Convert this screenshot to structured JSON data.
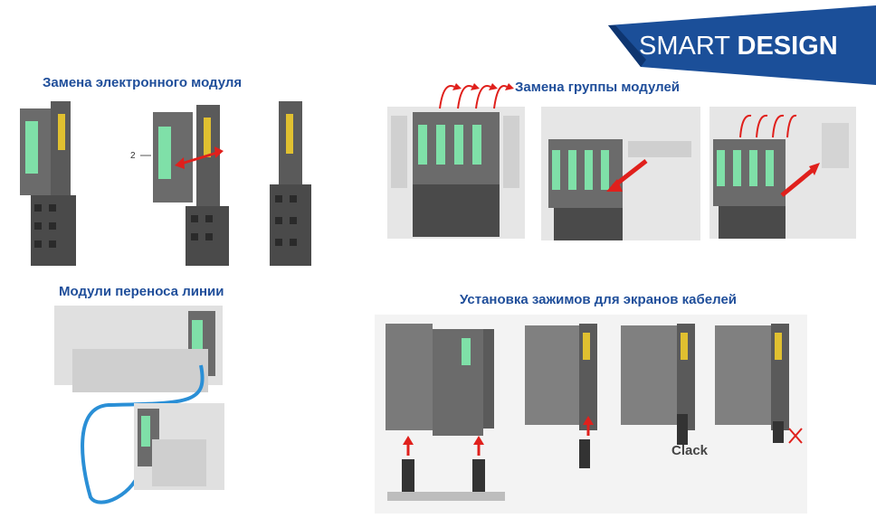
{
  "banner": {
    "text_light": "SMART ",
    "text_bold": "DESIGN",
    "color": "#1b4f99"
  },
  "sections": {
    "module_replacement": {
      "title": "Замена электронного модуля",
      "callout": "2"
    },
    "group_replacement": {
      "title": "Замена группы модулей"
    },
    "line_extension": {
      "title": "Модули переноса линии"
    },
    "shield_clamps": {
      "title": "Установка зажимов для экранов кабелей",
      "clack_label": "Clack"
    }
  },
  "colors": {
    "heading": "#1f4e9a",
    "module_body": "#6b6b6b",
    "led_panel": "#7fe0a8",
    "arrow": "#e0201c",
    "cable": "#2a8fd6"
  }
}
